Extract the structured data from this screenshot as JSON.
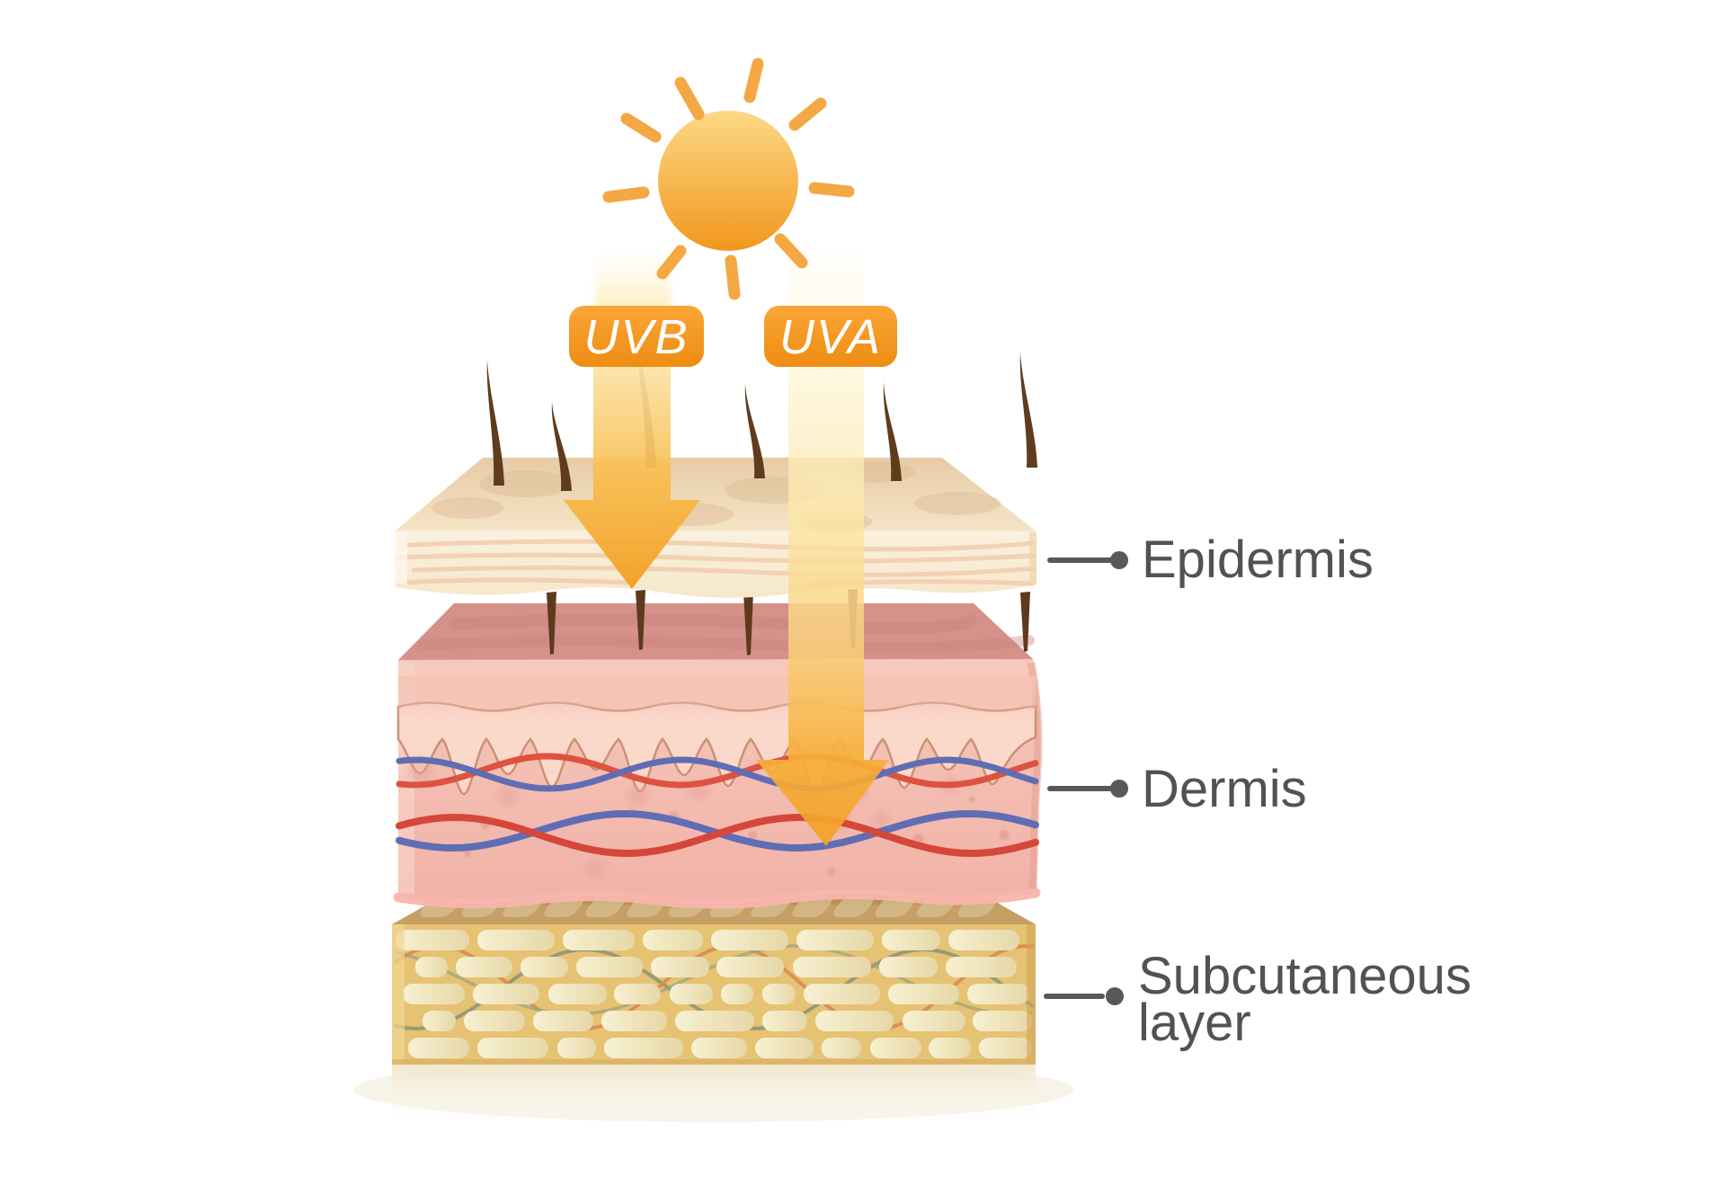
{
  "badges": {
    "uvb_label": "UVB",
    "uva_label": "UVA"
  },
  "layer_labels": {
    "epidermis": "Epidermis",
    "dermis": "Dermis",
    "subcutaneous_line1": "Subcutaneous",
    "subcutaneous_line2": "layer"
  },
  "icons": {
    "sun": "sun-icon",
    "uv_arrow": "down-arrow-icon"
  },
  "colors": {
    "background": "#ffffff",
    "badge_orange": "#f49a25",
    "sun_top": "#fcd885",
    "sun_bottom": "#f2971e",
    "uv_arrow_orange": "#f39d1e",
    "connector_gray": "#57585a",
    "label_text": "#515254",
    "epidermis_top": "#f0dabc",
    "epidermis_face": "#f8efd9",
    "dermis_top": "#d5918a",
    "dermis_face": "#f5c1b4",
    "papillae_pink": "#fbdacc",
    "vessel_red": "#dd5240",
    "vessel_blue": "#5f6db4",
    "subcutaneous_face": "#e6c273",
    "fat_cell_cream": "#f2ebc8",
    "fat_vessel_green": "#8e9677",
    "fat_vessel_orange": "#dc8a50",
    "hair_brown": "#5e3c1d"
  }
}
